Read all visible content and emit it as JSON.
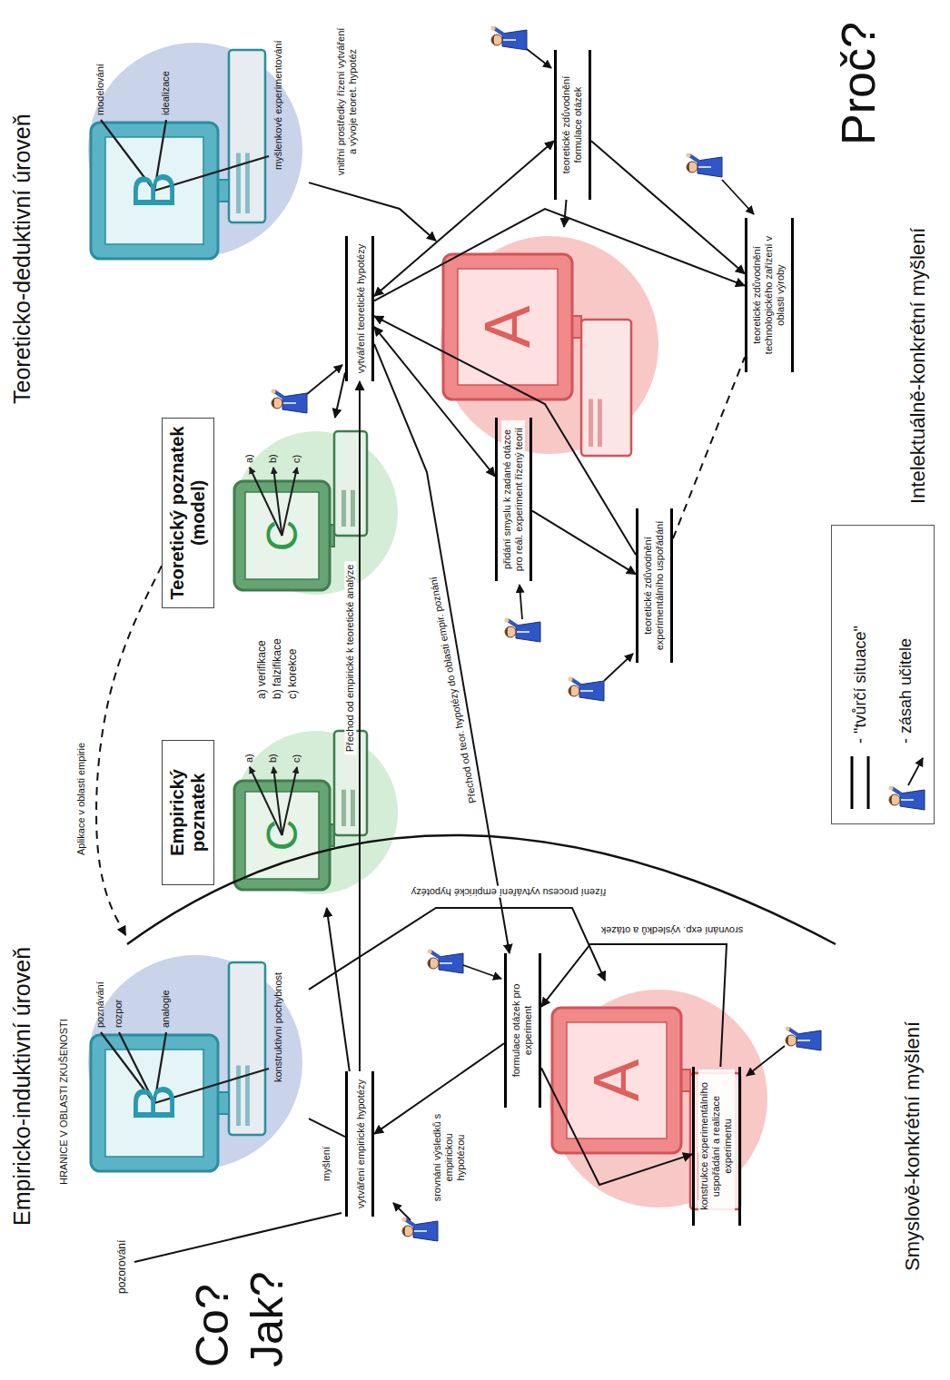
{
  "diagram": {
    "nodes": [
      {
        "text": [
          "B",
          "poznávání",
          "rozpor",
          "analogie",
          "konstruktivní pochybnost"
        ]
      },
      {
        "text": [
          "A"
        ]
      },
      {
        "text": [
          "Empirický poznatek"
        ]
      },
      {
        "text": [
          "C",
          "a)",
          "b)",
          "c)"
        ]
      },
      {
        "text": [
          "Teoretický poznatek (model)"
        ]
      },
      {
        "text": [
          "C",
          "a)",
          "b)",
          "c)"
        ]
      },
      {
        "text": [
          "B",
          "modelování",
          "myšlenkové experimentování",
          "idealizace"
        ]
      },
      {
        "text": [
          "A"
        ]
      },
      {
        "text": [
          "vytváření empirické hypotézy"
        ]
      },
      {
        "text": [
          "formulace otázek pro experiment"
        ]
      },
      {
        "text": [
          "konstrukce experimentálního uspořádání a realizace experimentu"
        ]
      },
      {
        "text": [
          "vytváření teoretické hypotézy"
        ]
      },
      {
        "text": [
          "přidání smyslu k zadané otázce pro reál. experiment řízený teorií"
        ]
      },
      {
        "text": [
          "teoretické zdůvodnění experimentálního uspořádání"
        ]
      },
      {
        "text": [
          "teoretické zdůvodnění formulace otázek"
        ]
      },
      {
        "text": [
          "teoretické zdůvodnění technologického zařízení v oblasti výroby"
        ]
      }
    ],
    "edges": [
      {
        "from": 0,
        "to": 8,
        "arrow": "none",
        "label": "myšlení"
      },
      {
        "from": 0,
        "to": 1,
        "arrow": "to",
        "label": "řízení procesu vytváření empirické hypotézy"
      },
      {
        "from": 8,
        "to": 3,
        "arrow": "to"
      },
      {
        "from": 9,
        "to": 8,
        "arrow": "to",
        "label": "srovnání výsledků s empirickou hypotézou"
      },
      {
        "from": 9,
        "to": 10,
        "arrow": "to"
      },
      {
        "from": 10,
        "to": 9,
        "arrow": "to",
        "label": "srovnání exp. výsledků a otázek"
      },
      {
        "from": 8,
        "to": 11,
        "arrow": "to",
        "label": "Přechod od empirické k teoretické analýze"
      },
      {
        "from": 11,
        "to": 9,
        "arrow": "to",
        "label": "Přechod od teor. hypotézy do oblasti empir. poznání"
      },
      {
        "from": 11,
        "to": 5,
        "arrow": "to"
      },
      {
        "from": 6,
        "to": 7,
        "arrow": "to",
        "label": "vnitřní prostředky řízení vytváření a vývoje teoret. hypotéz"
      },
      {
        "from": 11,
        "to": 12,
        "arrow": "both"
      },
      {
        "from": 12,
        "to": 13,
        "arrow": "to"
      },
      {
        "from": 13,
        "to": 11,
        "arrow": "to"
      },
      {
        "from": 11,
        "to": 14,
        "arrow": "both"
      },
      {
        "from": 14,
        "to": 15,
        "arrow": "to"
      },
      {
        "from": 11,
        "to": 15,
        "arrow": "to"
      },
      {
        "from": 13,
        "to": 15,
        "arrow": "none"
      },
      {
        "from": 4,
        "to": 0,
        "arrow": "to",
        "label": "Aplikace v oblasti empirie"
      },
      {
        "from": 14,
        "to": 7,
        "arrow": "to"
      }
    ],
    "labels": [
      "Empiricko-induktivní úroveň",
      "Teoreticko-deduktivní úroveň",
      "HRANICE V OBLASTI ZKUŠENOSTI",
      "pozorování",
      "a) verifikace",
      "b) falzifikace",
      "c) korekce",
      "Co?",
      "Jak?",
      "Smyslově-konkrétní myšlení",
      "Proč?",
      "Intelektuálně-konkrétní myšlení"
    ],
    "legend": [
      {
        "text": "- \"tvůrčí situace\""
      },
      {
        "text": "- zásah učitele"
      }
    ]
  }
}
